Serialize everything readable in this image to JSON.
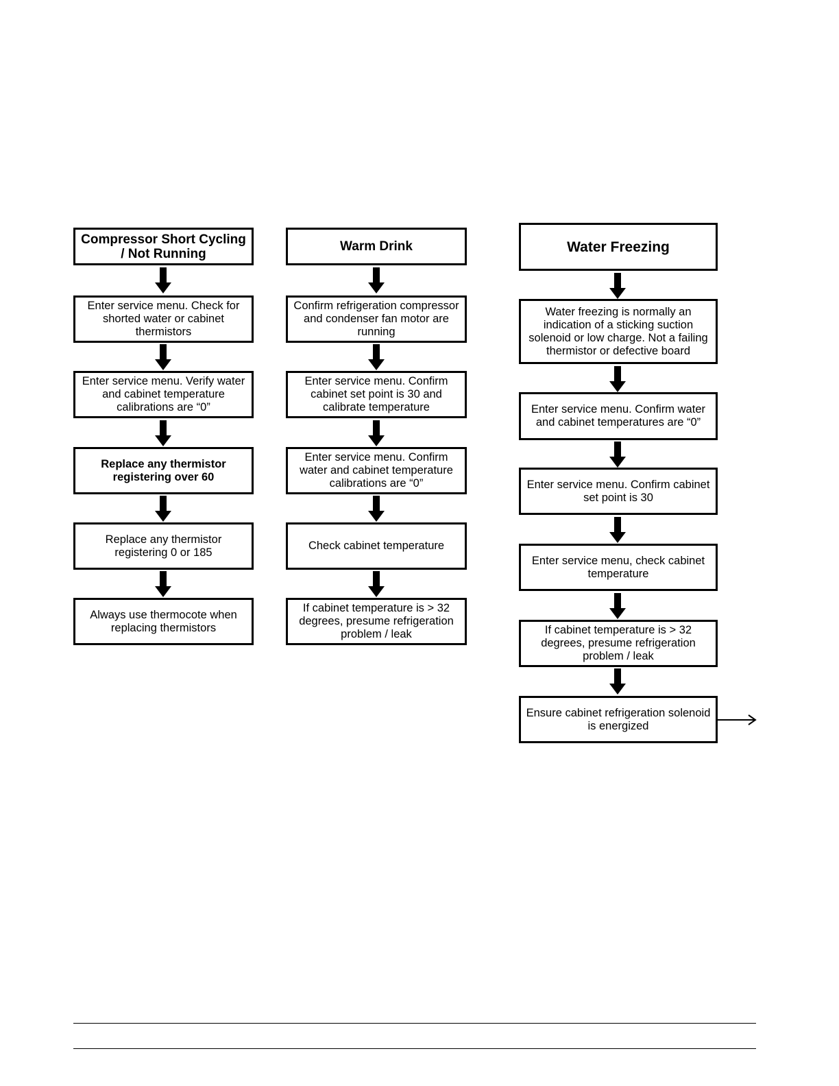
{
  "columns": [
    {
      "title": "Compressor Short Cycling / Not Running",
      "steps": [
        "Enter service menu. Check for shorted water or cabinet thermistors",
        "Enter service menu. Verify water and cabinet temperature calibrations are “0”",
        "Replace any thermistor registering over 60",
        "Replace any thermistor registering 0 or 185",
        "Always use thermocote when replacing thermistors"
      ]
    },
    {
      "title": "Warm Drink",
      "steps": [
        "Confirm refrigeration compressor and condenser fan motor are running",
        "Enter service menu. Confirm cabinet set point is 30 and calibrate temperature",
        "Enter service menu. Confirm water and cabinet temperature calibrations are “0”",
        "Check cabinet temperature",
        "If cabinet temperature is > 32 degrees, presume refrigeration problem / leak"
      ]
    },
    {
      "title": "Water Freezing",
      "steps": [
        "Water freezing is normally an indication of a sticking suction solenoid or low charge. Not a failing thermistor or defective board",
        "Enter service menu. Confirm water and cabinet temperatures are “0”",
        "Enter service menu. Confirm cabinet set point is 30",
        "Enter service menu, check cabinet temperature",
        "If cabinet temperature is > 32 degrees, presume refrigeration problem / leak",
        "Ensure cabinet refrigeration solenoid is energized"
      ]
    }
  ]
}
